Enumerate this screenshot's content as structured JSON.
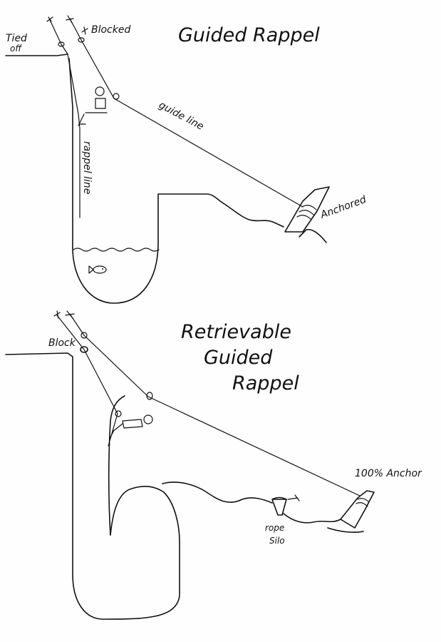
{
  "diagram_top": {
    "title": "Guided Rappel",
    "labels": {
      "tied_off_1": "Tied",
      "tied_off_2": "off",
      "blocked": "Blocked",
      "guide_line": "guide line",
      "rappel_line": "rappel line",
      "anchored": "Anchored"
    }
  },
  "diagram_bottom": {
    "title_line1": "Retrievable",
    "title_line2": "Guided",
    "title_line3": "Rappel",
    "labels": {
      "block": "Block",
      "anchor": "100% Anchor",
      "rope_silo_1": "rope",
      "rope_silo_2": "Silo"
    }
  },
  "colors": {
    "ink": "#111111",
    "paper": "#fefefe"
  }
}
